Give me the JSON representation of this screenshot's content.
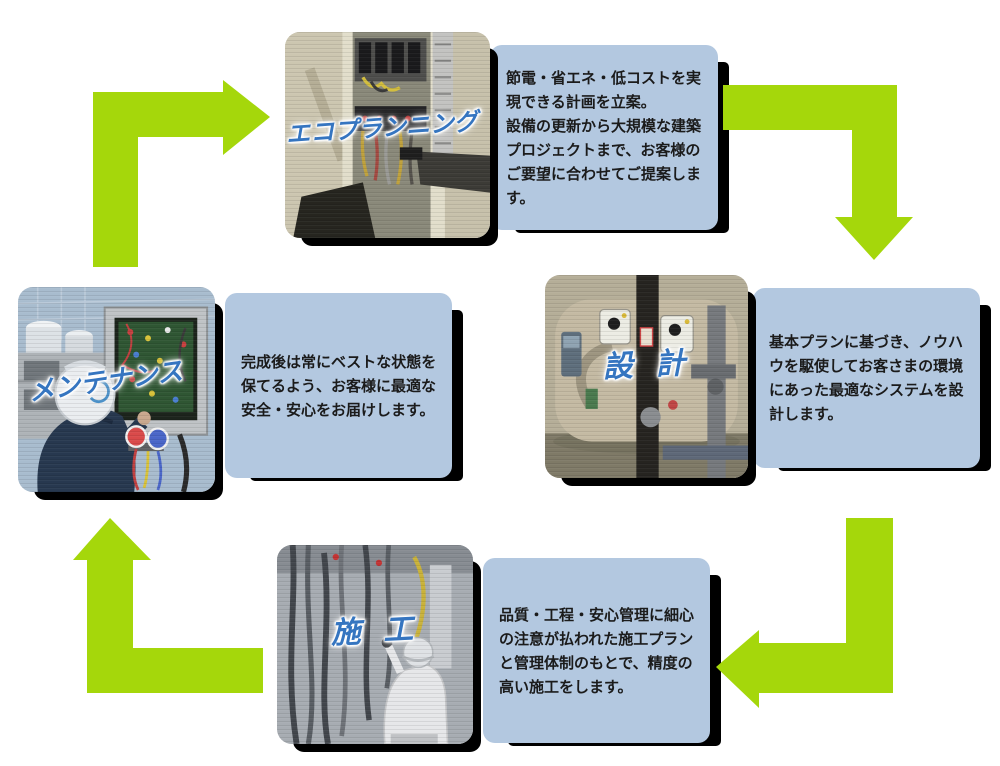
{
  "colors": {
    "page_background": "#ffffff",
    "arrow_green": "#A5D70B",
    "box_background": "#B3C8E0",
    "label_blue": "#3575C0",
    "description_text": "#1b1b1b",
    "shadow_black": "#000000"
  },
  "steps": [
    {
      "id": "eco-planning",
      "label": "エコプランニング",
      "description": "節電・省エネ・低コストを実現できる計画を立案。\n設備の更新から大規模な建築プロジェクトまで、お客様のご要望に合わせてご提案します。"
    },
    {
      "id": "design",
      "label": "設 計",
      "description": "基本プランに基づき、ノウハウを駆使してお客さまの環境にあった最適なシステムを設計します。"
    },
    {
      "id": "construction",
      "label": "施 工",
      "description": "品質・工程・安心管理に細心の注意が払われた施工プランと管理体制のもとで、精度の高い施工をします。"
    },
    {
      "id": "maintenance",
      "label": "メンテナンス",
      "description": "完成後は常にベストな状態を保てるよう、お客様に最適な安全・安心をお届けします。"
    }
  ],
  "arrows": [
    {
      "from": "maintenance",
      "to": "eco-planning",
      "shape": "up-then-right"
    },
    {
      "from": "eco-planning",
      "to": "design",
      "shape": "right-then-down"
    },
    {
      "from": "design",
      "to": "construction",
      "shape": "down-then-left"
    },
    {
      "from": "construction",
      "to": "maintenance",
      "shape": "left-then-up"
    }
  ]
}
